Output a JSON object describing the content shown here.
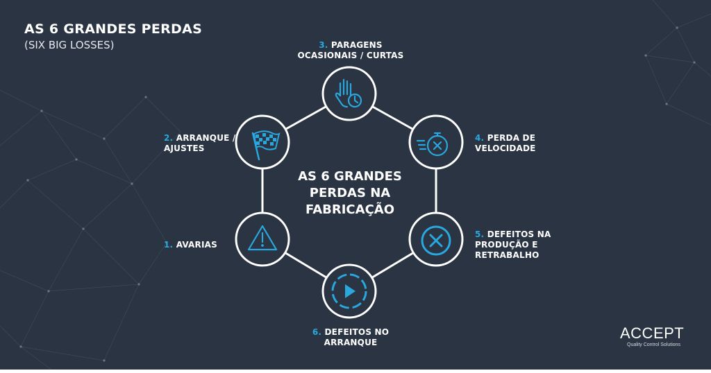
{
  "header": {
    "title": "AS 6 GRANDES PERDAS",
    "subtitle": "(SIX BIG LOSSES)"
  },
  "center": {
    "line1": "AS 6 GRANDES",
    "line2": "PERDAS NA",
    "line3": "FABRICAÇÃO"
  },
  "losses": [
    {
      "num": "1.",
      "line1": "AVARIAS",
      "line2": "",
      "line3": "",
      "icon": "warning-icon"
    },
    {
      "num": "2.",
      "line1": "ARRANQUE /",
      "line2": "AJUSTES",
      "line3": "",
      "icon": "checkered-flag-icon"
    },
    {
      "num": "3.",
      "line1": "PARAGENS",
      "line2": "OCASIONAIS / CURTAS",
      "line3": "",
      "icon": "hand-clock-icon"
    },
    {
      "num": "4.",
      "line1": "PERDA DE",
      "line2": "VELOCIDADE",
      "line3": "",
      "icon": "stopwatch-icon"
    },
    {
      "num": "5.",
      "line1": "DEFEITOS NA",
      "line2": "PRODUÇÃO E",
      "line3": "RETRABALHO",
      "icon": "close-circle-icon"
    },
    {
      "num": "6.",
      "line1": "DEFEITOS NO",
      "line2": "ARRANQUE",
      "line3": "",
      "icon": "play-circle-icon"
    }
  ],
  "logo": {
    "word": "ACCEPT",
    "tagline": "Quality Control Solutions"
  },
  "colors": {
    "background": "#2a3442",
    "accent": "#29a8e0",
    "circle": "#ffffff"
  }
}
